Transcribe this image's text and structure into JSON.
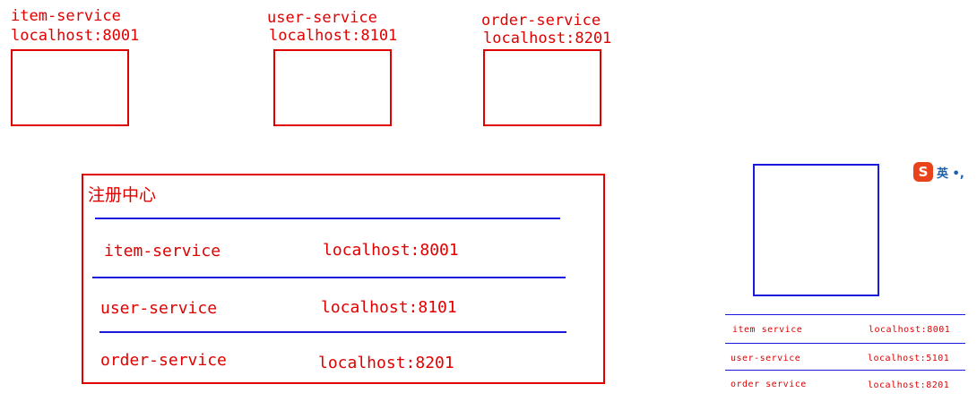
{
  "services": [
    {
      "name": "item-service",
      "address": "localhost:8001"
    },
    {
      "name": "user-service",
      "address": "localhost:8101"
    },
    {
      "name": "order-service",
      "address": "localhost:8201"
    }
  ],
  "registry": {
    "title": "注册中心",
    "rows": [
      {
        "name": "item-service",
        "address": "localhost:8001"
      },
      {
        "name": "user-service",
        "address": "localhost:8101"
      },
      {
        "name": "order-service",
        "address": "localhost:8201"
      }
    ]
  },
  "client_list": {
    "rows": [
      {
        "name": "item service",
        "address": "localhost:8001"
      },
      {
        "name": "user-service",
        "address": "localhost:5101"
      },
      {
        "name": "order service",
        "address": "localhost:8201"
      }
    ]
  },
  "ime": {
    "text": "英 •,"
  },
  "colors": {
    "service_red": "#e00000",
    "client_blue": "#1a1adc",
    "ime_orange": "#e8431a"
  }
}
